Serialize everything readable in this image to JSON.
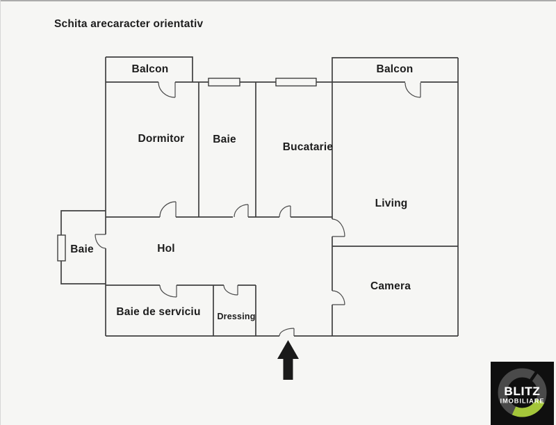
{
  "page": {
    "title": "Schita arecaracter orientativ"
  },
  "rooms": {
    "balcon_left": {
      "label": "Balcon"
    },
    "dormitor": {
      "label": "Dormitor"
    },
    "baie": {
      "label": "Baie"
    },
    "bucatarie": {
      "label": "Bucatarie"
    },
    "balcon_right": {
      "label": "Balcon"
    },
    "living": {
      "label": "Living"
    },
    "hol": {
      "label": "Hol"
    },
    "baie_left": {
      "label": "Baie"
    },
    "baie_de_serviciu": {
      "label": "Baie de serviciu"
    },
    "dressing": {
      "label": "Dressing"
    },
    "camera": {
      "label": "Camera"
    }
  },
  "logo": {
    "brand": "BLITZ",
    "subtitle": "IMOBILIARE"
  },
  "icons": {
    "entrance_arrow": "arrow-up-icon"
  },
  "colors": {
    "background": "#f6f6f4",
    "wall": "#3f3f3f",
    "label_text": "#1c1c1c",
    "arrow": "#1a1a1a",
    "logo_background": "#0f0f0f",
    "logo_ring": "#4a4a4a",
    "logo_accent": "#a4c63a",
    "logo_text": "#ffffff"
  }
}
